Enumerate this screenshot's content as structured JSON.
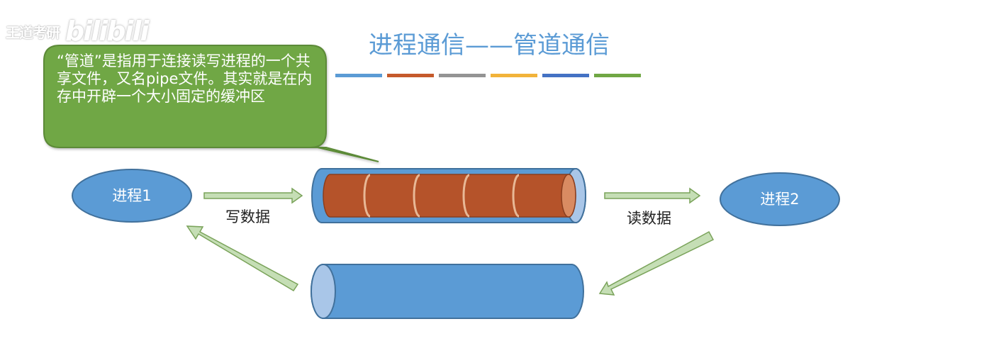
{
  "watermark": {
    "text": "王道考研",
    "logo": "bilibili"
  },
  "title": "进程通信——管道通信",
  "accent_colors": [
    "#5b9bd5",
    "#c55a2b",
    "#949494",
    "#f2b33a",
    "#4472c4",
    "#70a744"
  ],
  "callout": {
    "text": "“管道”是指用于连接读写进程的一个共享文件，又名pipe文件。其实就是在内存中开辟一个大小固定的缓冲区"
  },
  "nodes": {
    "process1": "进程1",
    "process2": "进程2"
  },
  "edges": {
    "write": "写数据",
    "read": "读数据"
  },
  "colors": {
    "title": "#5b9bd5",
    "process_fill": "#5b9bd5",
    "callout_fill": "#70a744",
    "pipe_fill": "#5b9bd5",
    "buffer_fill": "#b5532a",
    "arrow_fill": "#c5deb5"
  }
}
